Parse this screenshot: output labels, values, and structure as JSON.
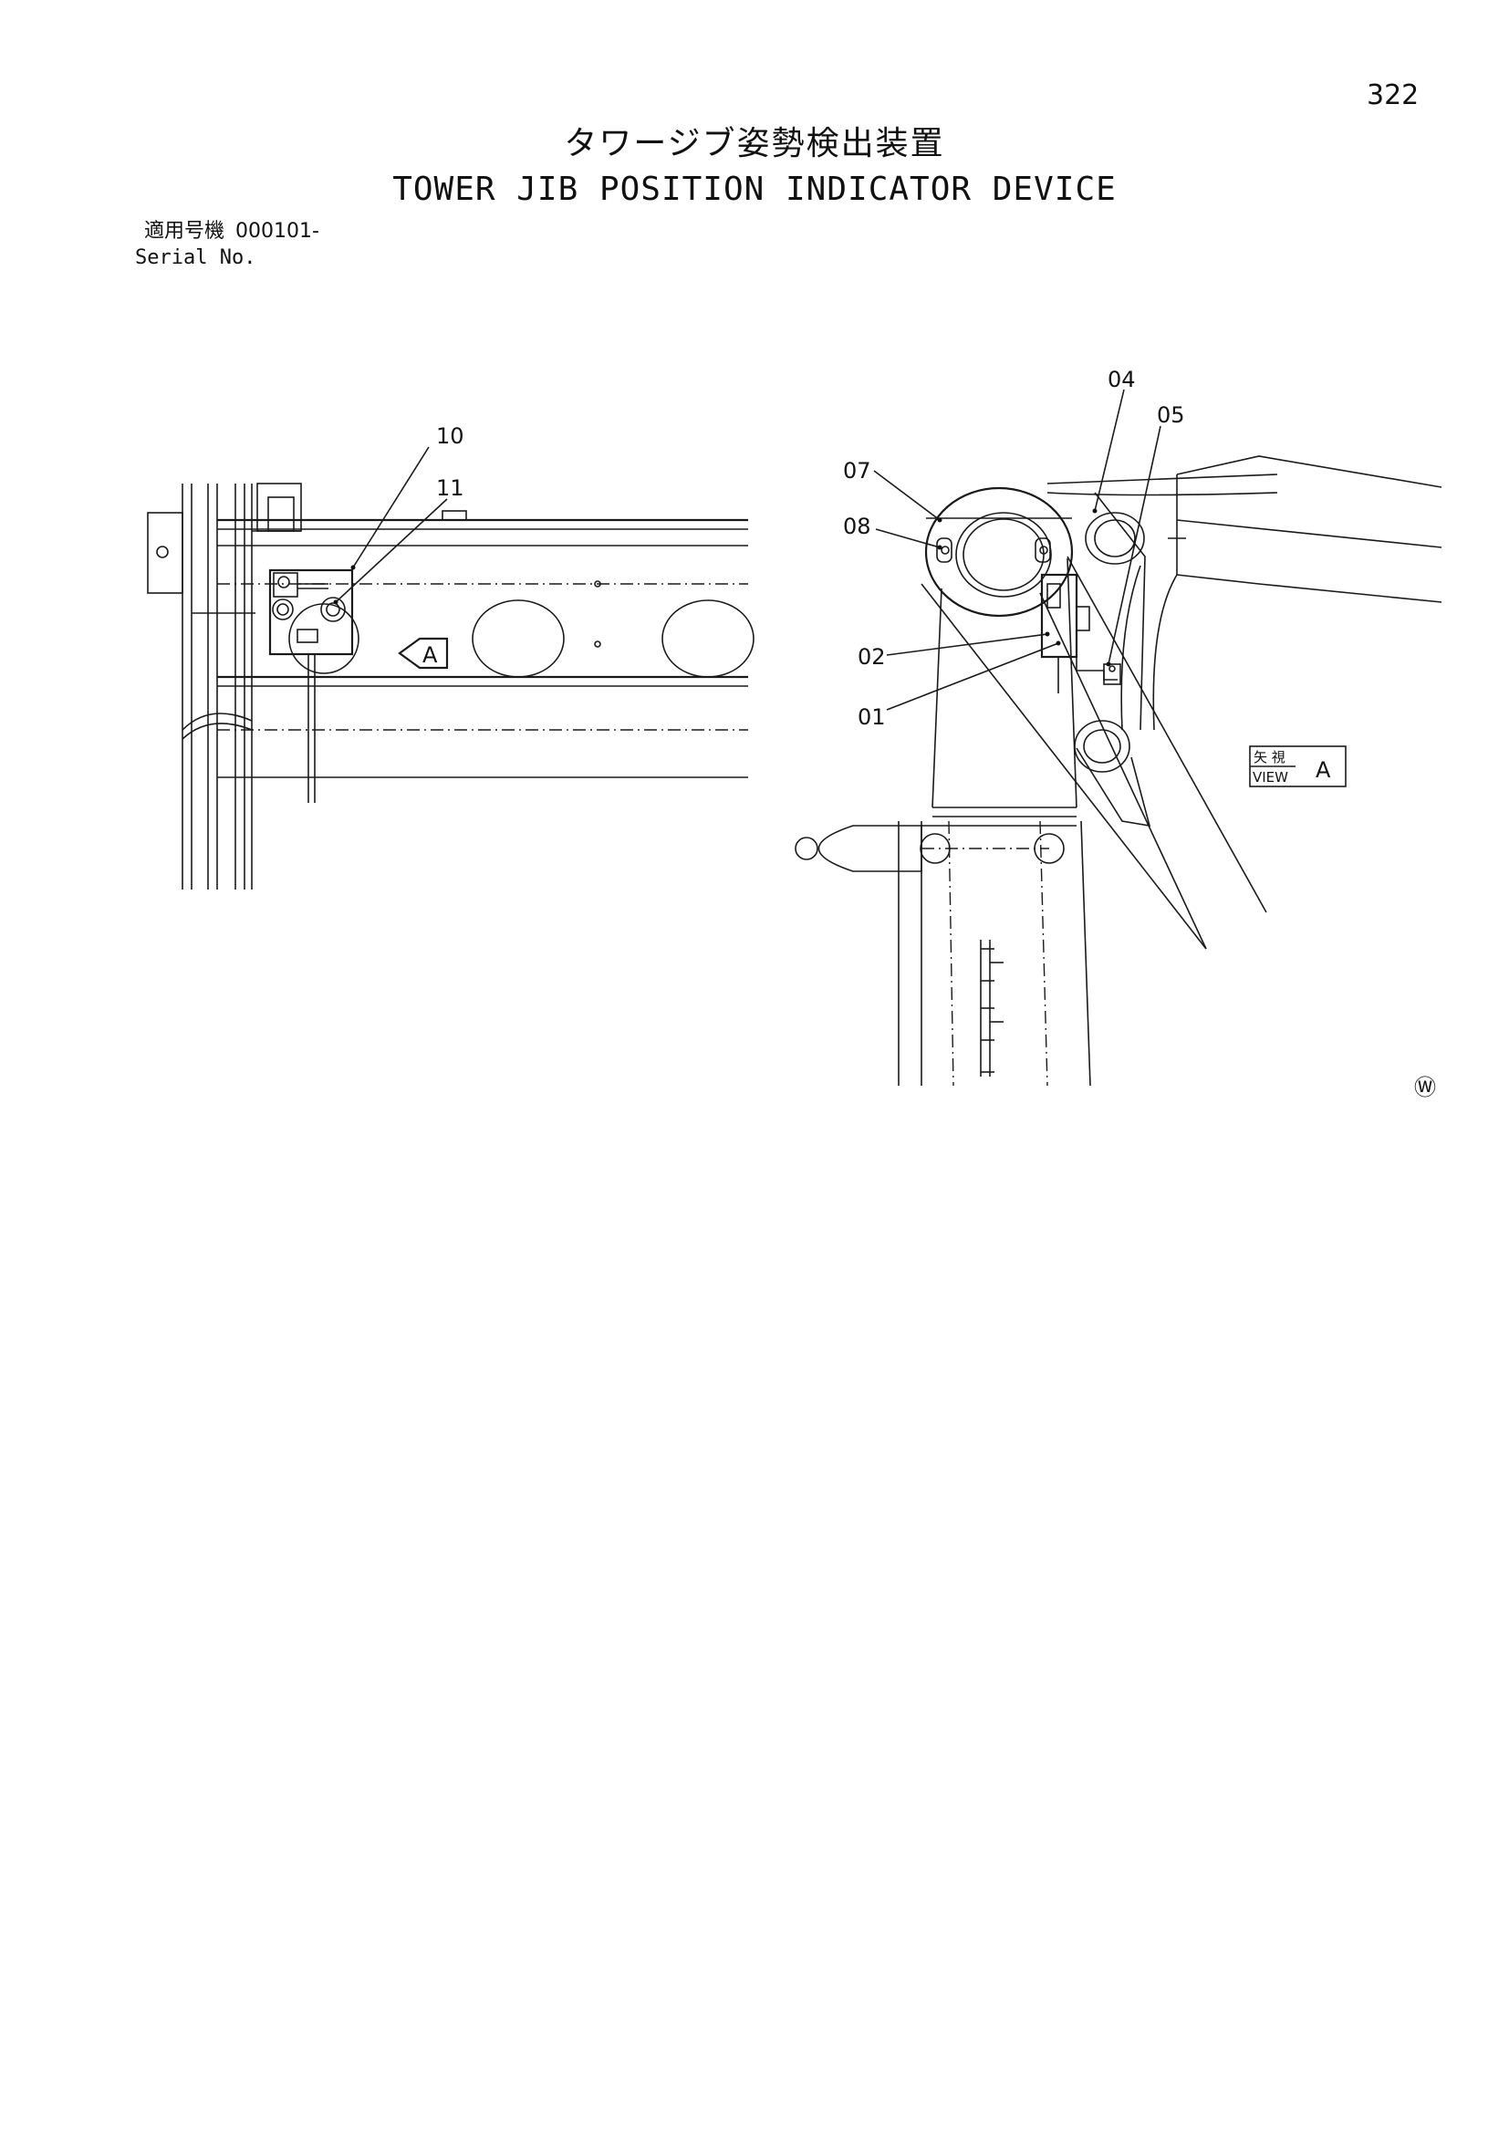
{
  "page": {
    "number": "322",
    "title_ja": "タワージブ姿勢検出装置",
    "title_en": "TOWER JIB POSITION INDICATOR DEVICE",
    "serial_label_ja": "適用号機",
    "serial_label_en": "Serial No.",
    "serial_value": "000101-"
  },
  "drawing": {
    "callouts": [
      "10",
      "11",
      "07",
      "08",
      "04",
      "05",
      "02",
      "01"
    ],
    "view_arrow_label": "A",
    "view_label_ja": "矢 視",
    "view_label_en": "VIEW",
    "view_label_letter": "A",
    "copyright_mark": "Ⓦ"
  }
}
